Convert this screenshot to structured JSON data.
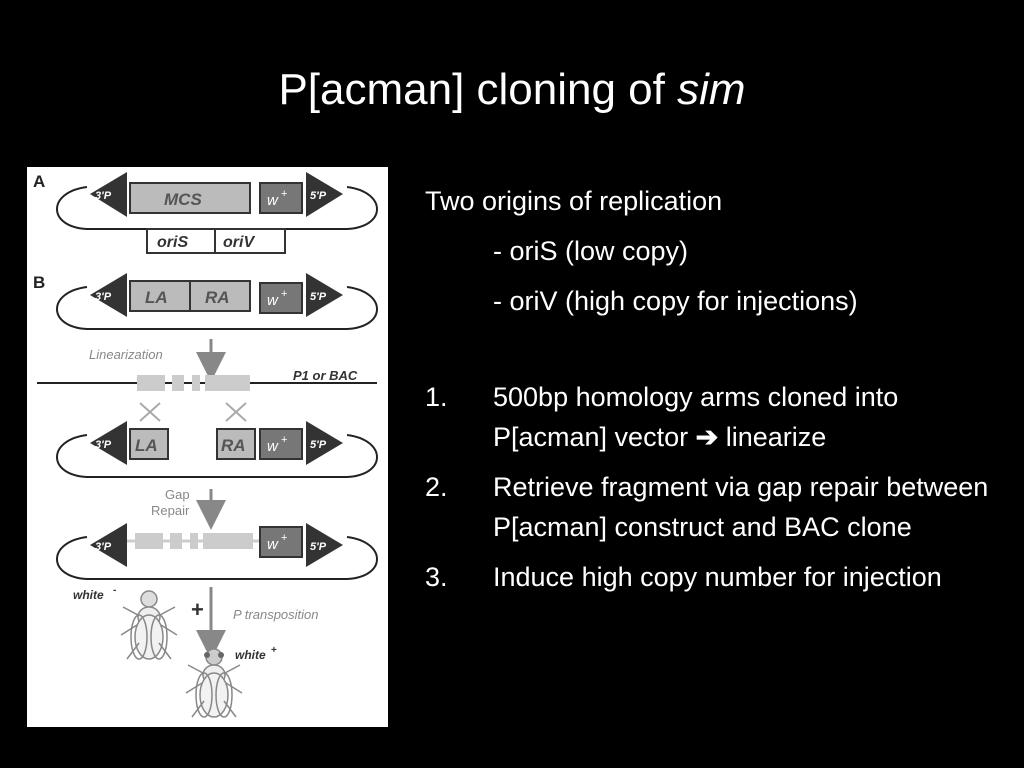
{
  "title": {
    "text": "P[acman] cloning of ",
    "italic": "sim"
  },
  "intro": {
    "heading": "Two origins of replication",
    "items": [
      "- oriS (low copy)",
      "- oriV (high copy for injections)"
    ]
  },
  "steps": [
    {
      "num": "1.",
      "pre": "500bp homology arms cloned into P[acman] vector ",
      "arrow": "➔",
      "post": " linearize"
    },
    {
      "num": "2.",
      "text": "Retrieve fragment via gap repair between P[acman] construct and BAC clone"
    },
    {
      "num": "3.",
      "text": "Induce high copy number for injection"
    }
  ],
  "figure": {
    "panel_a": "A",
    "panel_b": "B",
    "three_p": "3'P",
    "five_p": "5'P",
    "mcs": "MCS",
    "w_plus": "w",
    "plus": "+",
    "oris": "oriS",
    "oriv": "oriV",
    "la": "LA",
    "ra": "RA",
    "linearization": "Linearization",
    "p1_bac": "P1 or BAC",
    "gap": "Gap",
    "repair": "Repair",
    "white": "white",
    "white_minus": "-",
    "p_transposition": "P transposition",
    "cross": "+"
  }
}
